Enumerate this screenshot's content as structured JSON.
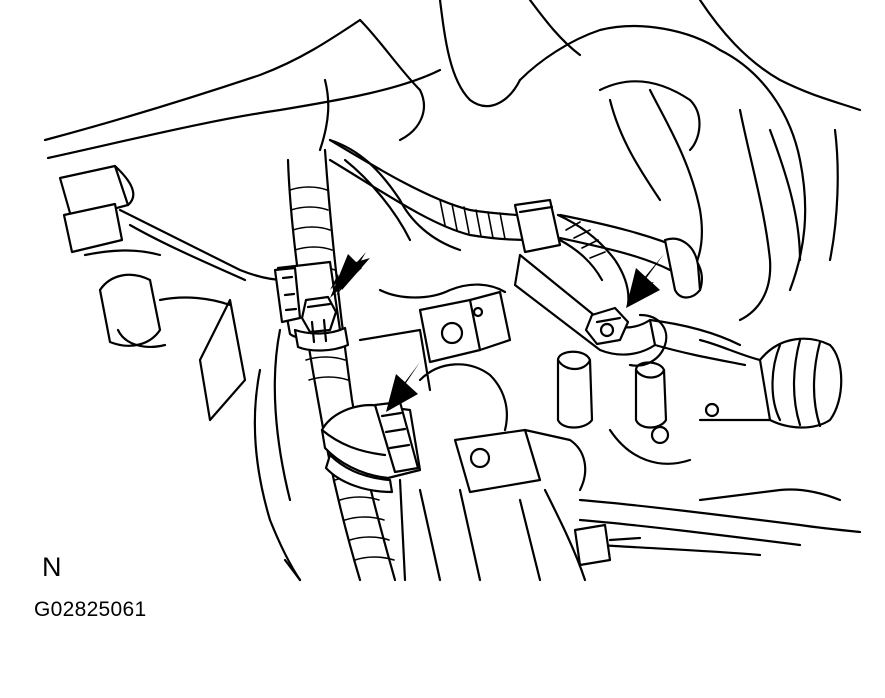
{
  "figure": {
    "view_label": "N",
    "figure_code": "G02825061"
  },
  "callouts": [
    {
      "target": "harness-clamp-bolt-upper-left",
      "icon": "arrow-icon"
    },
    {
      "target": "harness-clamp-lower",
      "icon": "arrow-icon"
    },
    {
      "target": "harness-bracket-bolt-right",
      "icon": "arrow-icon"
    }
  ],
  "colors": {
    "line": "#000000",
    "background": "#ffffff"
  }
}
